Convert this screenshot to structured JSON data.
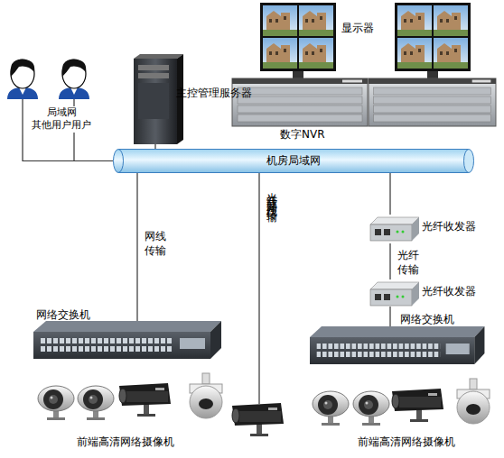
{
  "diagram": {
    "nodes": [
      {
        "text": [
          "局域网 其他用户用户"
        ]
      },
      {
        "text": [
          "主控管理服务器"
        ]
      },
      {
        "text": [
          "数字NVR"
        ]
      },
      {
        "text": [
          "机房局域网"
        ]
      },
      {
        "text": [
          "光纤收发器"
        ]
      },
      {
        "text": [
          "光纤收发器"
        ]
      },
      {
        "text": [
          "网络交换机"
        ]
      },
      {
        "text": [
          "网络交换机"
        ]
      }
    ],
    "edges": [
      {
        "from": 0,
        "to": 3,
        "arrow": "none"
      },
      {
        "from": 1,
        "to": 3,
        "arrow": "none"
      },
      {
        "from": 3,
        "to": 6,
        "label": "网线 传输",
        "arrow": "none"
      },
      {
        "from": 3,
        "to": 4,
        "arrow": "none"
      },
      {
        "from": 4,
        "to": 5,
        "label": "光纤 传输",
        "arrow": "none"
      },
      {
        "from": 5,
        "to": 7,
        "arrow": "none"
      }
    ],
    "labels": [
      "显示器",
      "光纤或是网线传输",
      "前端高清网络摄像机",
      "前端高清网络摄像机"
    ]
  }
}
